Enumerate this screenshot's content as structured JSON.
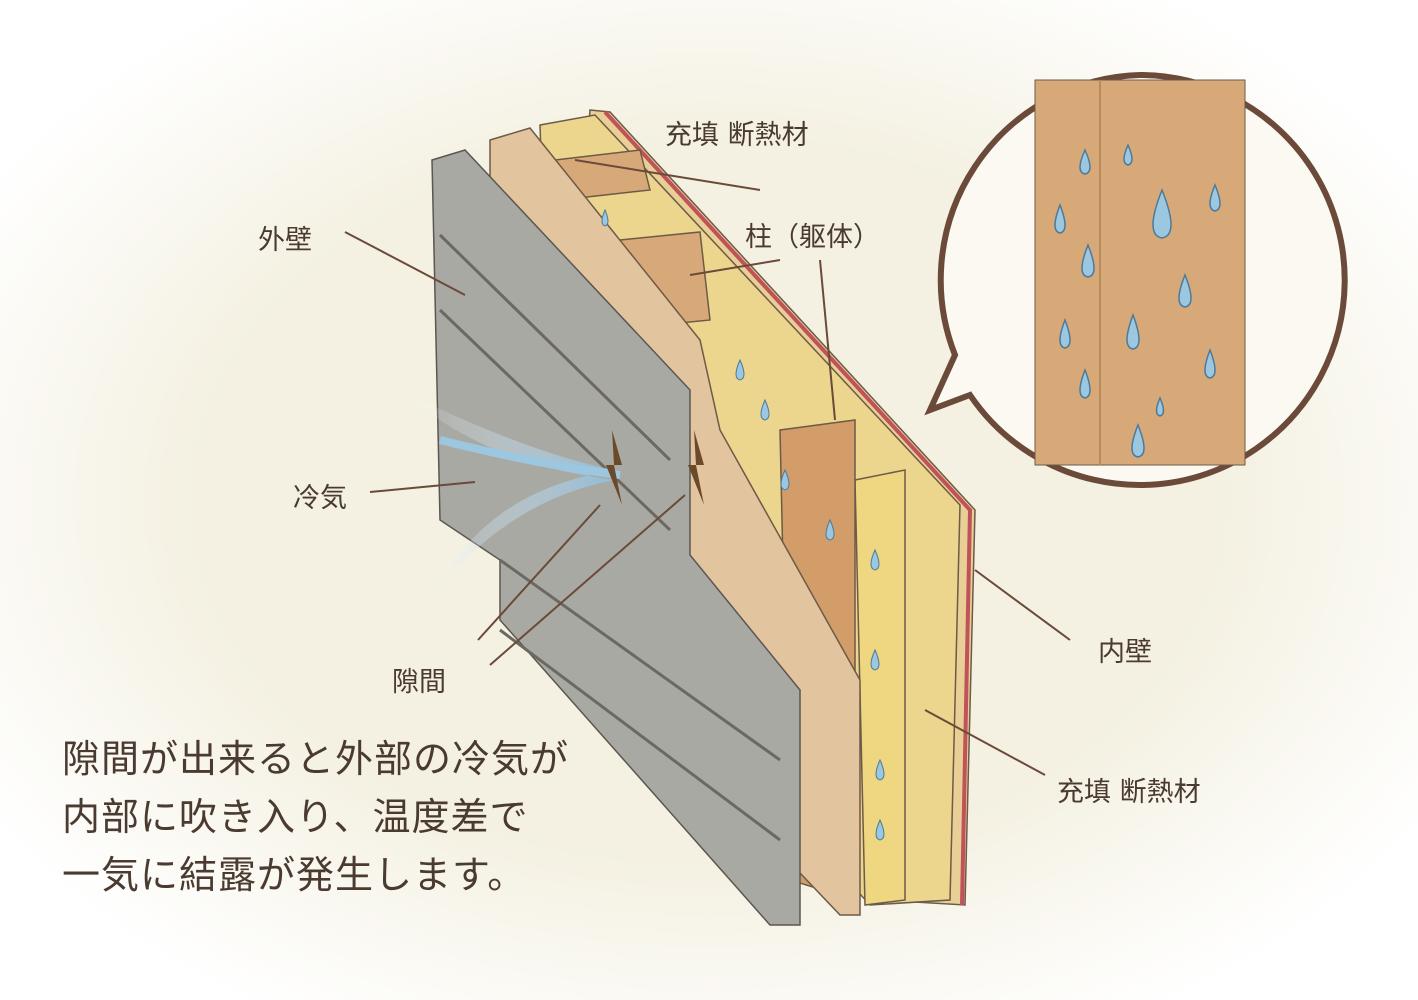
{
  "labels": {
    "insulation_top": "充填 断熱材",
    "exterior_wall": "外壁",
    "pillar": "柱（躯体）",
    "cold_air": "冷気",
    "gap": "隙間",
    "interior_wall": "内壁",
    "insulation_bottom": "充填 断熱材"
  },
  "description": {
    "line1": "隙間が出来ると外部の冷気が",
    "line2": "内部に吹き入り、温度差で",
    "line3": "一気に結露が発生します。"
  },
  "colors": {
    "background": "#f6f3e6",
    "text": "#4a3a30",
    "leader": "#6b4a3a",
    "siding": "#a9a9a4",
    "plywood": "#e2c49e",
    "insulation": "#ecd58c",
    "wood": "#d8a978",
    "interior_red": "#c0525a",
    "water": "#9cc7e0"
  }
}
